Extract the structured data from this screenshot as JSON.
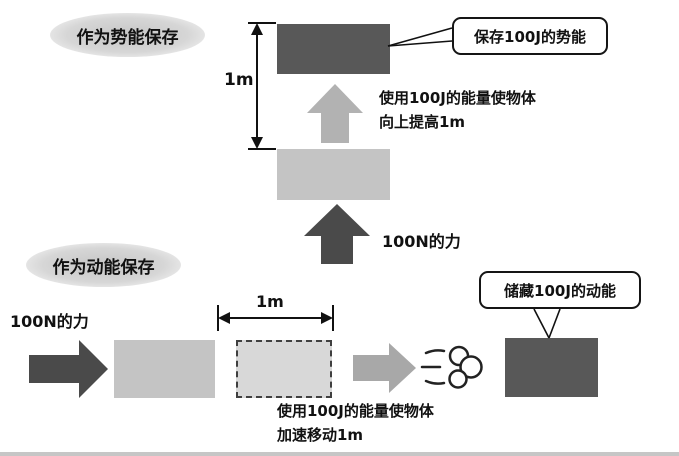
{
  "colors": {
    "background": "#ffffff",
    "dark_box": "#585858",
    "light_box": "#c4c4c4",
    "dashed_box_fill": "#d8d8d8",
    "light_arrow": "#b2b2b2",
    "dark_arrow": "#4a4a4a",
    "gray_arrow": "#a8a8a8",
    "label_ellipse": "#cfcfcf",
    "text": "#111111"
  },
  "icons": {
    "puff": "wind-puff"
  },
  "potential_section": {
    "section_label": "作为势能保存",
    "callout_text": "保存100J的势能",
    "height_label": "1m",
    "energy_line1": "使用100J的能量使物体",
    "energy_line2": "向上提高1m",
    "force_label": "100N的力"
  },
  "kinetic_section": {
    "section_label": "作为动能保存",
    "force_label": "100N的力",
    "distance_label": "1m",
    "callout_text": "储藏100J的动能",
    "energy_line1": "使用100J的能量使物体",
    "energy_line2": "加速移动1m"
  }
}
